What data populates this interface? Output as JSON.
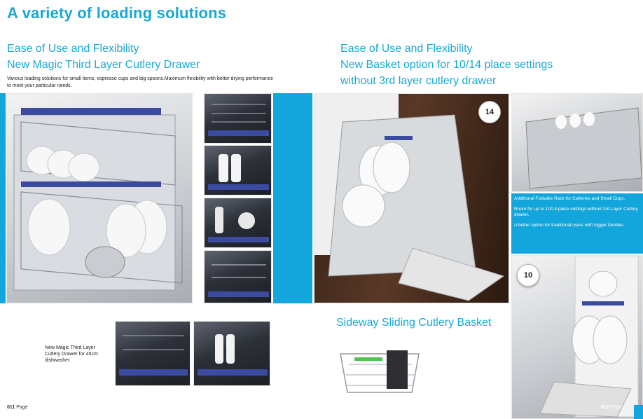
{
  "title": "A variety of loading solutions",
  "left": {
    "heading1": "Ease of Use and Flexibility",
    "heading2": "New Magic Third Layer Cutlery Drawer",
    "body_line1": "Various loading solutions for small items, espresso cups and big spoons.Maximum flexibility with better drying performance",
    "body_line2": "to meet your particular needs.",
    "caption_line1": "New Magic Third Layer",
    "caption_line2": "Cutlery Drawer for 45cm",
    "caption_line3": "dishwasher",
    "page_number": "011",
    "page_label": "Page"
  },
  "right": {
    "heading1": "Ease of Use and Flexibility",
    "heading2": "New Basket option for 10/14 place settings",
    "heading3": "without  3rd layer cutlery drawer",
    "badge_14": "14",
    "badge_10": "10",
    "info_p1": "Additional Foldable Rack for Cutleries and Small Cups.",
    "info_p2": "Room for up to 10/14 place settings without 3rd Layer Cutlery drawer.",
    "info_p3": "A better option for traditional users with bigger families.",
    "basket_heading": "Sideway Sliding Cutlery Basket",
    "page_number": "012",
    "page_label": "Page"
  },
  "colors": {
    "accent": "#12a6dc",
    "text": "#1aa9d6"
  }
}
